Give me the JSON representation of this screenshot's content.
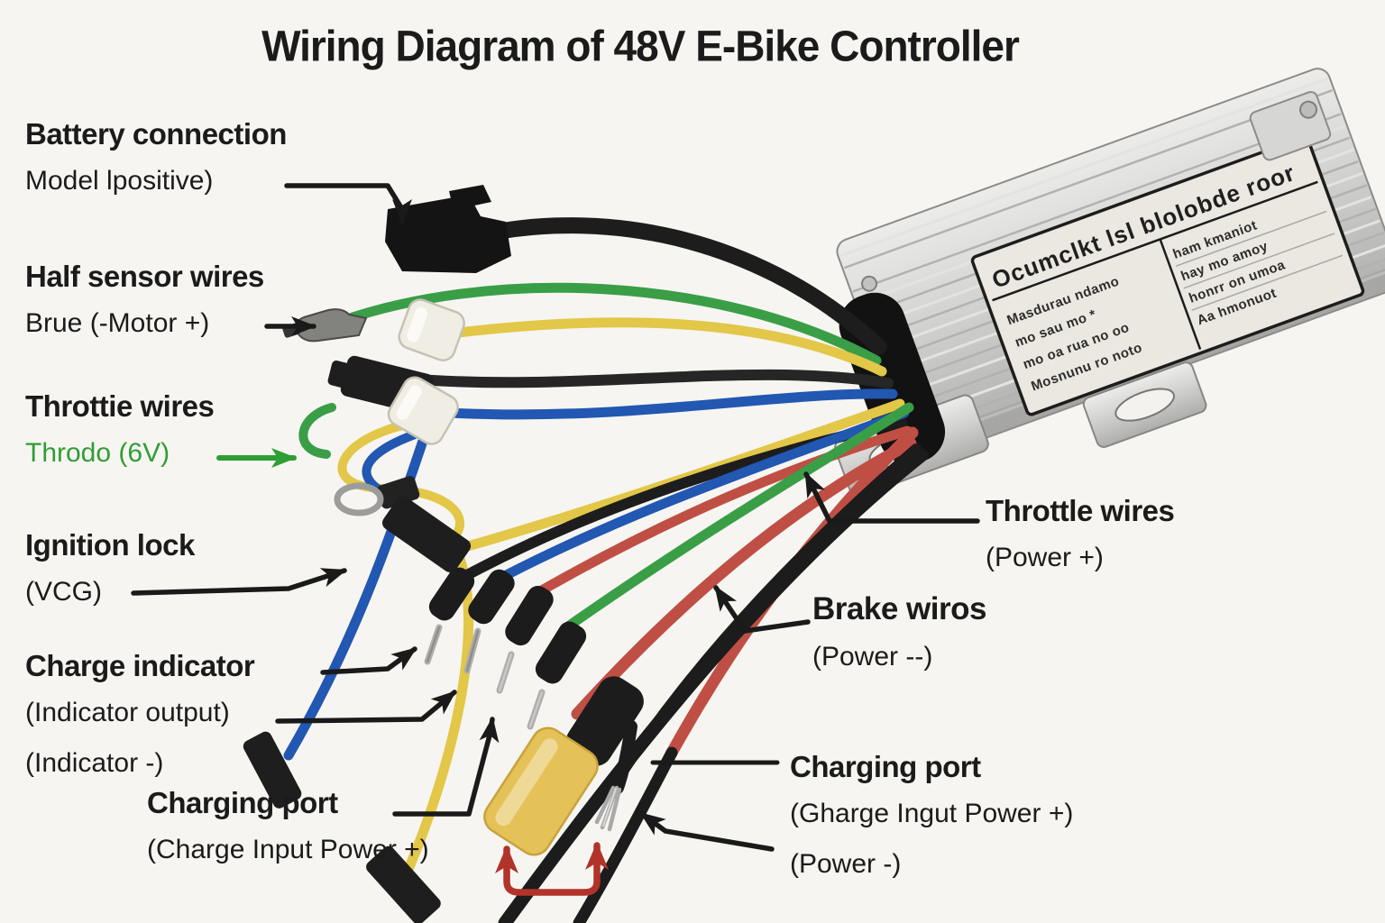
{
  "title": "Wiring Diagram of 48V E-Bike Controller",
  "labels": {
    "battery": {
      "title": "Battery connection",
      "sub": "Model lpositive)"
    },
    "hall": {
      "title": "Half sensor wires",
      "sub": "Brue (-Motor +)"
    },
    "throttle_left": {
      "title": "Throttie wires",
      "sub": "Throdo (6V)"
    },
    "ignition": {
      "title": "Ignition lock",
      "sub": "(VCG)"
    },
    "charge_indicator": {
      "title": "Charge indicator",
      "sub1": "(Indicator output)",
      "sub2": "(Indicator -)"
    },
    "charging_left": {
      "title": "Charging port",
      "sub": "(Charge Input Power +)"
    },
    "throttle_right": {
      "title": "Throttle wires",
      "sub": "(Power +)"
    },
    "brake": {
      "title": "Brake wiros",
      "sub": "(Power --)"
    },
    "charging_right": {
      "title": "Charging port",
      "sub1": "(Gharge Ingut Power +)",
      "sub2": "(Power -)"
    }
  },
  "controller_label": {
    "header": "Ocumclkt lsl blolobde roor",
    "left_column": [
      "Masdurau ndamo",
      "mo sau mo *",
      "mo oa rua no oo",
      "Mosnunu ro noto"
    ],
    "right_column": [
      "ham kmaniot",
      "hay mo amoy",
      "honrr on umoa",
      "Aa hmonuot"
    ]
  },
  "colors": {
    "background": "#f7f5f1",
    "text": "#1b1b1b",
    "green_text": "#2f9e35",
    "wire_black": "#1d1d1d",
    "wire_green": "#3a9e47",
    "wire_yellow": "#e2c748",
    "wire_blue": "#2257b2",
    "wire_red": "#bf4f44",
    "red_arrow": "#b23329",
    "connector_white": "#f0ede5",
    "xt60_yellow": "#e5c257",
    "aluminum": "#cfcfcd"
  }
}
